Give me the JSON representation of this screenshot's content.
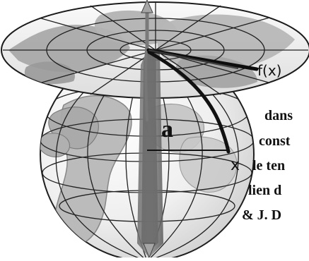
{
  "diagram": {
    "labels": {
      "a": "a",
      "x": "x",
      "fx": "f(x)"
    },
    "caption_lines": [
      "dans",
      "const",
      "le ten",
      "lien d",
      "& J. D"
    ],
    "colors": {
      "background": "#ffffff",
      "ocean": "#f3f3f3",
      "land": "#b9b9b9",
      "land_dark": "#8d8d8d",
      "grid": "#1d1d1d",
      "axis": "#666666",
      "axis_dark": "#3f3f3f",
      "text": "#111111"
    },
    "icons": [
      "globe-icon",
      "projection-disk-icon",
      "axis-arrow-icon"
    ]
  }
}
